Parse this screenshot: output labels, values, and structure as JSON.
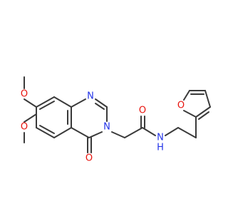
{
  "atoms": {
    "o_methoxy_upper": "O",
    "o_methoxy_lower": "O",
    "n_ring_upper": "N",
    "n_ring_lower": "N",
    "o_ketone": "O",
    "o_amide": "O",
    "n_amide": "N",
    "h_amide": "H",
    "o_furan": "O"
  }
}
